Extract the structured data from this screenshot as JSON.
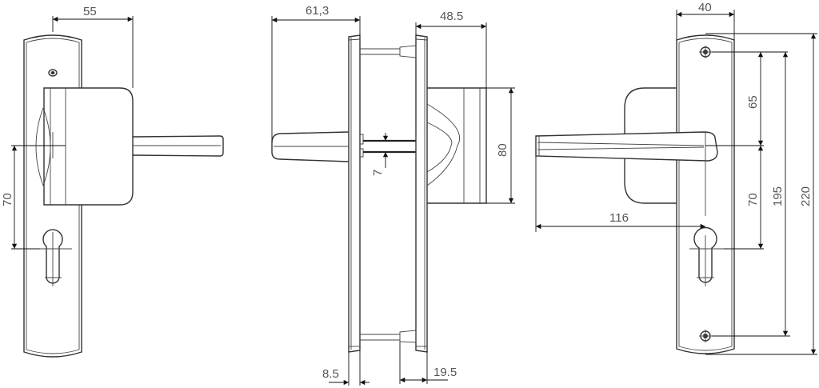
{
  "drawing": {
    "title": "Door handle set technical drawing",
    "units": "mm",
    "line_color": "#333333",
    "background": "#ffffff"
  },
  "views": [
    {
      "name": "front-view-left",
      "dimensions": {
        "handle_projection": "55",
        "handle_to_cylinder": "70"
      }
    },
    {
      "name": "side-view",
      "dimensions": {
        "outer_handle_length": "61,3",
        "inner_rose_projection": "48.5",
        "rose_height": "80",
        "spindle": "7",
        "outer_plate_thickness": "8.5",
        "inner_plate_thickness": "19.5"
      }
    },
    {
      "name": "front-view-right",
      "dimensions": {
        "plate_width": "40",
        "screw_to_handle": "65",
        "handle_to_cylinder": "70",
        "screw_spacing": "195",
        "plate_height": "220",
        "handle_length": "116"
      }
    }
  ]
}
